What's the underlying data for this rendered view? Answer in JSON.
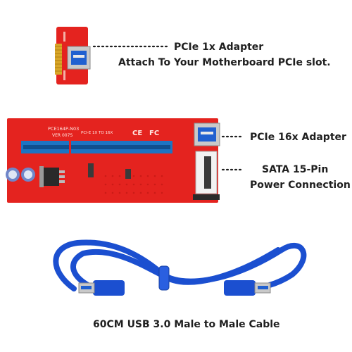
{
  "labels": {
    "pcie_1x_title": "PCIe 1x Adapter",
    "pcie_1x_desc": "Attach To Your Motherboard PCIe slot.",
    "pcie_16x": "PCIe 16x Adapter",
    "sata_line1": "SATA 15-Pin",
    "sata_line2": "Power Connection",
    "cable": "60CM USB 3.0 Male to Male Cable"
  },
  "pcb_silkscreen": {
    "board_model": "PCE164P-N03",
    "board_version": "VER 007S",
    "pcie_text": "PCI-E 1X TO 16X",
    "ce_mark": "CE",
    "fc_mark": "FC"
  },
  "colors": {
    "pcb_red": "#e4231f",
    "pcb_dark_red": "#b81612",
    "gold": "#d8a628",
    "slot_blue": "#1d74c2",
    "cable_blue": "#1b4fd0",
    "usb_blue": "#2060d0"
  }
}
